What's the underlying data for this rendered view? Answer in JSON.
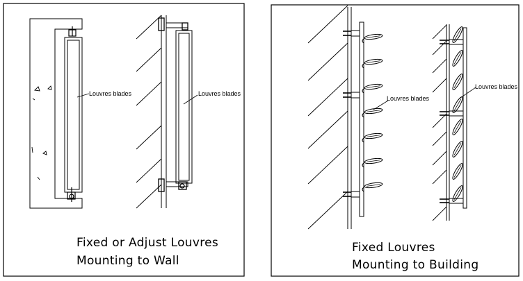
{
  "left_panel": {
    "label_wall_section": "Louvres blades",
    "label_elevation": "Louvres blades",
    "caption_line1": "Fixed or Adjust Louvres",
    "caption_line2": "Mounting to Wall"
  },
  "right_panel": {
    "label_section_a": "Louvres blades",
    "label_section_b": "Louvres blades",
    "caption_line1": "Fixed Louvres",
    "caption_line2": "Mounting to Building"
  },
  "colors": {
    "line": "#000000",
    "background": "#ffffff"
  }
}
